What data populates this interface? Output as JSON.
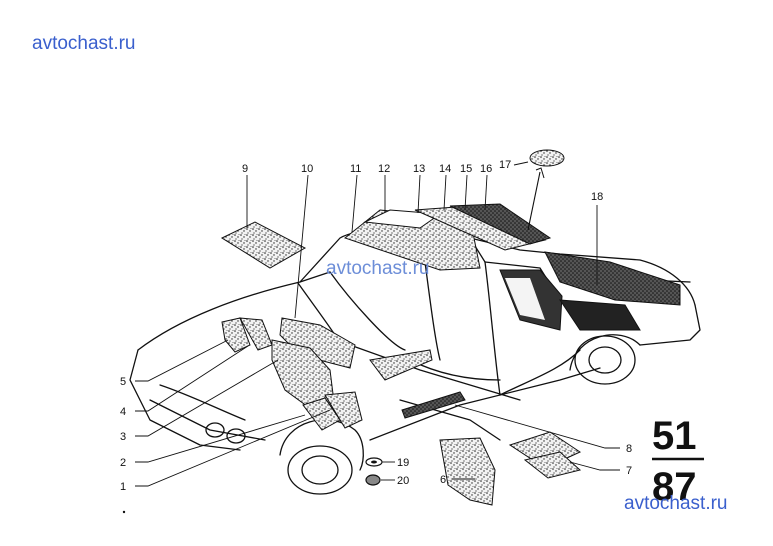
{
  "watermarks": {
    "top": "avtochast.ru",
    "center": "avtochast.ru",
    "bottom": "avtochast.ru"
  },
  "group": {
    "main": "51",
    "sub": "87"
  },
  "callouts": {
    "c1": "1",
    "c2": "2",
    "c3": "3",
    "c4": "4",
    "c5": "5",
    "c6": "6",
    "c7": "7",
    "c8": "8",
    "c9": "9",
    "c10": "10",
    "c11": "11",
    "c12": "12",
    "c13": "13",
    "c14": "14",
    "c15": "15",
    "c16": "16",
    "c17": "17",
    "c18": "18",
    "c19": "19",
    "c20": "20"
  },
  "colors": {
    "ink": "#111111",
    "watermark": "#3a5fcd"
  }
}
